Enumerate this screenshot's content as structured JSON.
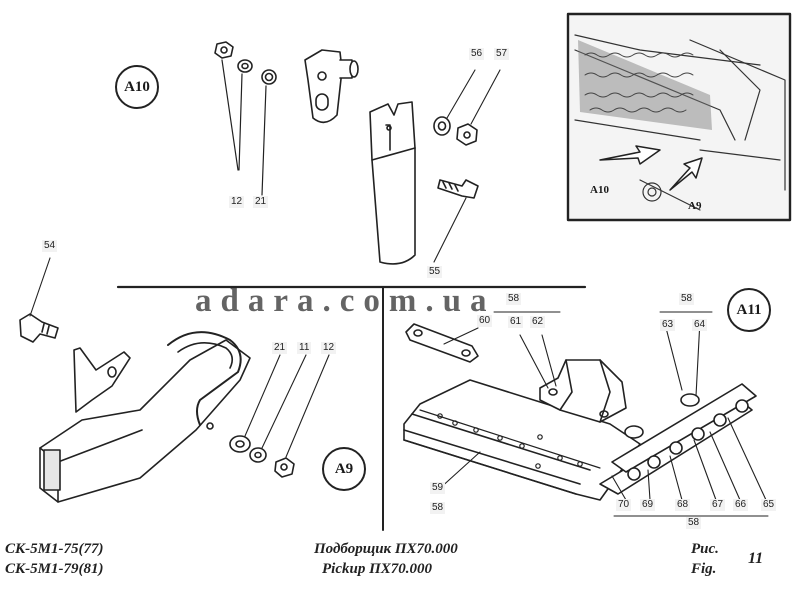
{
  "watermark": "adara.com.ua",
  "callouts": {
    "a10": "A10",
    "a9": "A9",
    "a11": "A11",
    "inset_a10": "A10",
    "inset_a9": "A9"
  },
  "part_numbers": {
    "p12_top": "12",
    "p21_top": "21",
    "p56": "56",
    "p57": "57",
    "p55": "55",
    "p54": "54",
    "p21_mid": "21",
    "p11": "11",
    "p12_mid": "12",
    "p60": "60",
    "p61": "61",
    "p62": "62",
    "p58_a": "58",
    "p58_b": "58",
    "p63": "63",
    "p64": "64",
    "p59": "59",
    "p58_c": "58",
    "p70": "70",
    "p69": "69",
    "p68": "68",
    "p67": "67",
    "p66": "66",
    "p65": "65",
    "p58_d": "58"
  },
  "footer": {
    "model_1": "СК-5М1-75(77)",
    "model_2": "СК-5М1-79(81)",
    "title_ru": "Подборщик  ПХ70.000",
    "title_en": "Pickup  ПХ70.000",
    "fig_ru": "Рис.",
    "fig_en": "Fig.",
    "fig_num": "11"
  }
}
